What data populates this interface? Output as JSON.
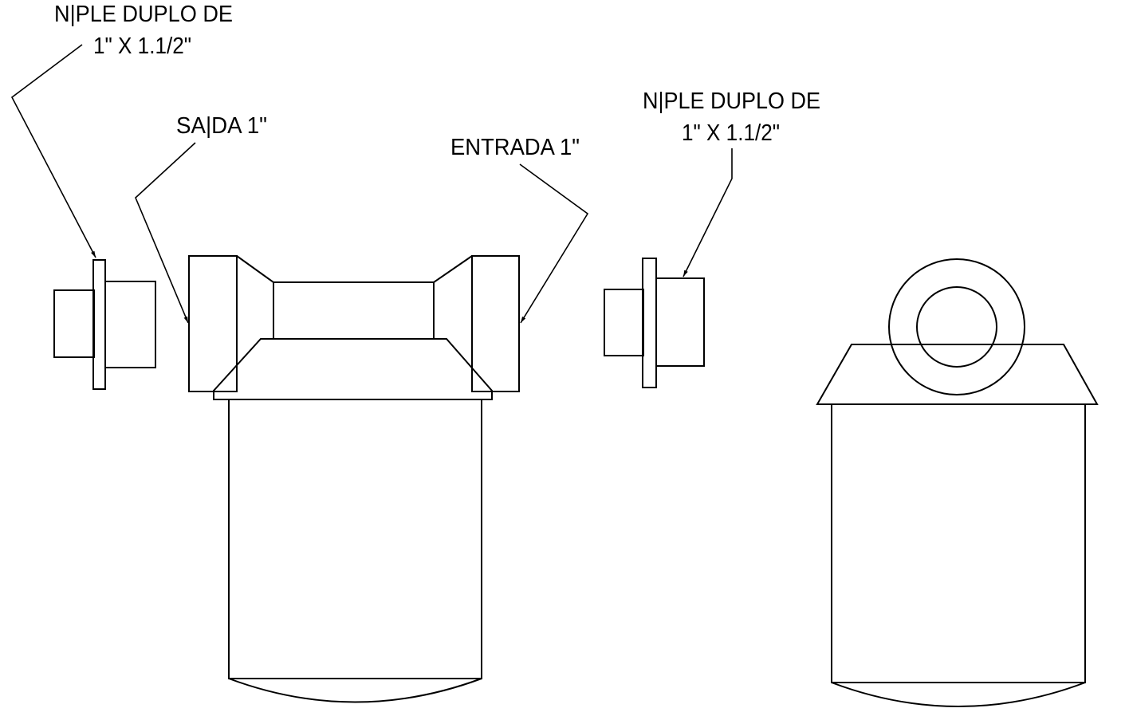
{
  "labels": {
    "nipple_left_line1": "N|PLE DUPLO DE",
    "nipple_left_line2": "1\" X 1.1/2\"",
    "outlet": "SA|DA 1\"",
    "inlet": "ENTRADA 1\"",
    "nipple_right_line1": "N|PLE DUPLO DE",
    "nipple_right_line2": "1\" X 1.1/2\""
  },
  "colors": {
    "line": "#000000",
    "background": "#ffffff"
  }
}
